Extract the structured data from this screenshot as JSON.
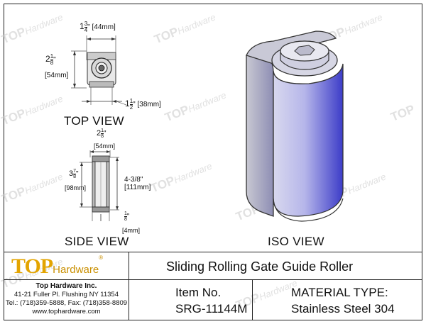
{
  "watermark": {
    "brand_top": "TOP",
    "brand_rest": "Hardware"
  },
  "top_view": {
    "label": "TOP VIEW",
    "dim_width_whole": "1",
    "dim_width_num": "3",
    "dim_width_den": "4",
    "dim_width_unit": "\"",
    "dim_width_mm": "[44mm]",
    "dim_height_whole": "2",
    "dim_height_num": "1",
    "dim_height_den": "8",
    "dim_height_unit": "\"",
    "dim_height_mm": "[54mm]",
    "dim_depth_whole": "1",
    "dim_depth_num": "1",
    "dim_depth_den": "2",
    "dim_depth_unit": "\"",
    "dim_depth_mm": "[38mm]"
  },
  "side_view": {
    "label": "SIDE VIEW",
    "dim_top_whole": "2",
    "dim_top_num": "1",
    "dim_top_den": "8",
    "dim_top_unit": "\"",
    "dim_top_mm": "[54mm]",
    "dim_left_whole": "3",
    "dim_left_num": "7",
    "dim_left_den": "8",
    "dim_left_unit": "\"",
    "dim_left_mm": "[98mm]",
    "dim_right_in": "4-3/8\"",
    "dim_right_mm": "[111mm]",
    "dim_bottom_num": "1",
    "dim_bottom_den": "8",
    "dim_bottom_unit": "\"",
    "dim_bottom_mm": "[4mm]"
  },
  "iso_view": {
    "label": "ISO VIEW"
  },
  "title_block": {
    "logo_top": "TOP",
    "logo_hardware": "Hardware",
    "logo_reg": "®",
    "product_title": "Sliding Rolling Gate Guide Roller",
    "company_name": "Top Hardware Inc.",
    "address": "41-21 Fuller Pl. Flushing NY 11354",
    "phone": "Tel.: (718)359-5888,  Fax: (718)358-8809",
    "website": "www.tophardware.com",
    "item_label": "Item No.",
    "item_value": "SRG-11144M",
    "material_label": "MATERIAL TYPE:",
    "material_value": "Stainless Steel 304"
  }
}
